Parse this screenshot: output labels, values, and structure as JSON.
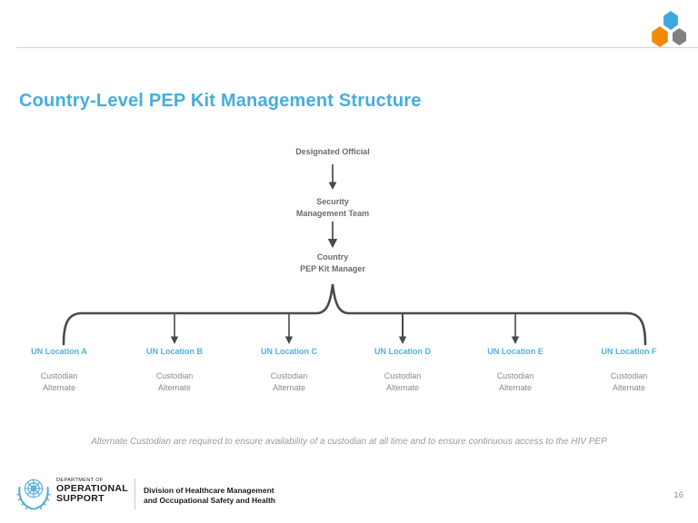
{
  "slide": {
    "title": "Country-Level PEP Kit Management Structure",
    "page_number": "16"
  },
  "logo": {
    "description": "three-hexagon cluster logo",
    "colors": {
      "blue": "#3FA9DE",
      "orange": "#F28A07",
      "gray": "#7F7F7F"
    }
  },
  "diagram": {
    "nodes": {
      "designated_official": {
        "label": "Designated Official"
      },
      "security_management_team": {
        "line1": "Security",
        "line2": "Management Team"
      },
      "country_pep_kit_manager": {
        "line1": "Country",
        "line2": "PEP Kit Manager"
      }
    },
    "locations": [
      {
        "name": "UN Location A",
        "role1": "Custodian",
        "role2": "Alternate"
      },
      {
        "name": "UN Location B",
        "role1": "Custodian",
        "role2": "Alternate"
      },
      {
        "name": "UN Location C",
        "role1": "Custodian",
        "role2": "Alternate"
      },
      {
        "name": "UN Location D",
        "role1": "Custodian",
        "role2": "Alternate"
      },
      {
        "name": "UN Location E",
        "role1": "Custodian",
        "role2": "Alternate"
      },
      {
        "name": "UN Location F",
        "role1": "Custodian",
        "role2": "Alternate"
      }
    ]
  },
  "note": "Alternate Custodian are required to ensure availability of a custodian at all time and to ensure continuous access to the HIV PEP",
  "footer": {
    "department": {
      "line1": "DEPARTMENT OF",
      "line2": "OPERATIONAL",
      "line3": "SUPPORT"
    },
    "division": {
      "line1": "Division of Healthcare Management",
      "line2": "and Occupational Safety and Health"
    }
  },
  "colors": {
    "title_blue": "#45AEDC",
    "location_blue": "#4CB2DE",
    "diagram_text_gray": "#6B6B6B",
    "roles_gray": "#8A8A8A",
    "note_gray": "#9B9B9B",
    "connector_gray": "#4A4A4A",
    "un_emblem_blue": "#56A8D8"
  }
}
